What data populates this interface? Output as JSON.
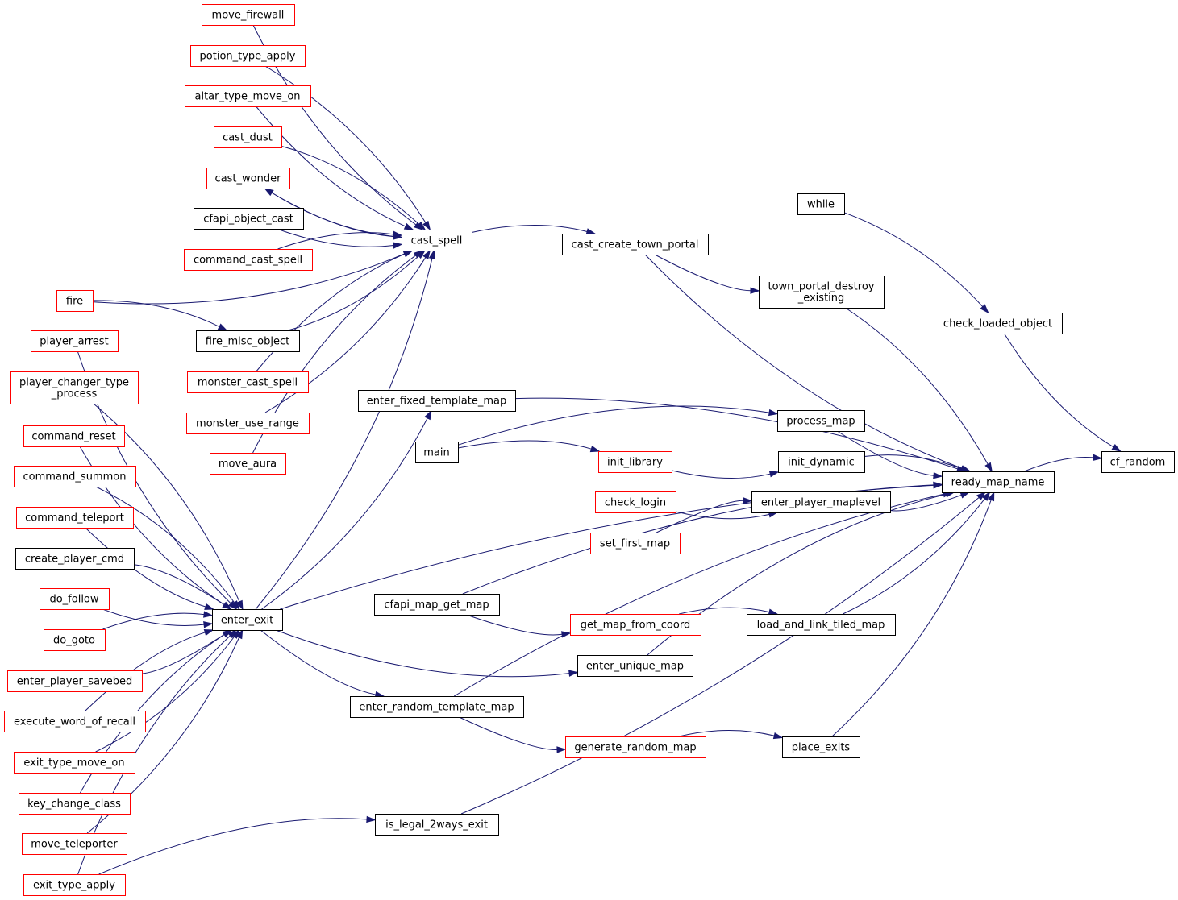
{
  "colors": {
    "edge": "#191970",
    "border_black": "#000000",
    "border_red": "#ff0000",
    "highlight_fill": "#bfbfbf"
  },
  "nodes": [
    {
      "id": "cf_random",
      "lines": [
        "cf_random"
      ],
      "border": "black",
      "highlight": true
    },
    {
      "id": "ready_map_name",
      "lines": [
        "ready_map_name"
      ],
      "border": "black"
    },
    {
      "id": "check_loaded_object",
      "lines": [
        "check_loaded_object"
      ],
      "border": "black"
    },
    {
      "id": "while",
      "lines": [
        "while"
      ],
      "border": "black"
    },
    {
      "id": "cast_create_town_portal",
      "lines": [
        "cast_create_town_portal"
      ],
      "border": "black"
    },
    {
      "id": "town_portal_destroy_existing",
      "lines": [
        "town_portal_destroy",
        "_existing"
      ],
      "border": "black"
    },
    {
      "id": "cast_spell",
      "lines": [
        "cast_spell"
      ],
      "border": "red"
    },
    {
      "id": "move_firewall",
      "lines": [
        "move_firewall"
      ],
      "border": "red"
    },
    {
      "id": "potion_type_apply",
      "lines": [
        "potion_type_apply"
      ],
      "border": "red"
    },
    {
      "id": "altar_type_move_on",
      "lines": [
        "altar_type_move_on"
      ],
      "border": "red"
    },
    {
      "id": "cast_dust",
      "lines": [
        "cast_dust"
      ],
      "border": "red"
    },
    {
      "id": "cast_wonder",
      "lines": [
        "cast_wonder"
      ],
      "border": "red"
    },
    {
      "id": "cfapi_object_cast",
      "lines": [
        "cfapi_object_cast"
      ],
      "border": "black"
    },
    {
      "id": "command_cast_spell",
      "lines": [
        "command_cast_spell"
      ],
      "border": "red"
    },
    {
      "id": "fire",
      "lines": [
        "fire"
      ],
      "border": "red"
    },
    {
      "id": "fire_misc_object",
      "lines": [
        "fire_misc_object"
      ],
      "border": "black"
    },
    {
      "id": "player_arrest",
      "lines": [
        "player_arrest"
      ],
      "border": "red"
    },
    {
      "id": "monster_cast_spell",
      "lines": [
        "monster_cast_spell"
      ],
      "border": "red"
    },
    {
      "id": "player_changer_type_process",
      "lines": [
        "player_changer_type",
        "_process"
      ],
      "border": "red"
    },
    {
      "id": "monster_use_range",
      "lines": [
        "monster_use_range"
      ],
      "border": "red"
    },
    {
      "id": "command_reset",
      "lines": [
        "command_reset"
      ],
      "border": "red"
    },
    {
      "id": "move_aura",
      "lines": [
        "move_aura"
      ],
      "border": "red"
    },
    {
      "id": "command_summon",
      "lines": [
        "command_summon"
      ],
      "border": "red"
    },
    {
      "id": "command_teleport",
      "lines": [
        "command_teleport"
      ],
      "border": "red"
    },
    {
      "id": "create_player_cmd",
      "lines": [
        "create_player_cmd"
      ],
      "border": "black"
    },
    {
      "id": "do_follow",
      "lines": [
        "do_follow"
      ],
      "border": "red"
    },
    {
      "id": "do_goto",
      "lines": [
        "do_goto"
      ],
      "border": "red"
    },
    {
      "id": "enter_player_savebed",
      "lines": [
        "enter_player_savebed"
      ],
      "border": "red"
    },
    {
      "id": "execute_word_of_recall",
      "lines": [
        "execute_word_of_recall"
      ],
      "border": "red"
    },
    {
      "id": "exit_type_move_on",
      "lines": [
        "exit_type_move_on"
      ],
      "border": "red"
    },
    {
      "id": "key_change_class",
      "lines": [
        "key_change_class"
      ],
      "border": "red"
    },
    {
      "id": "move_teleporter",
      "lines": [
        "move_teleporter"
      ],
      "border": "red"
    },
    {
      "id": "exit_type_apply",
      "lines": [
        "exit_type_apply"
      ],
      "border": "red"
    },
    {
      "id": "enter_exit",
      "lines": [
        "enter_exit"
      ],
      "border": "black"
    },
    {
      "id": "enter_fixed_template_map",
      "lines": [
        "enter_fixed_template_map"
      ],
      "border": "black"
    },
    {
      "id": "process_map",
      "lines": [
        "process_map"
      ],
      "border": "black"
    },
    {
      "id": "main",
      "lines": [
        "main"
      ],
      "border": "black"
    },
    {
      "id": "init_library",
      "lines": [
        "init_library"
      ],
      "border": "red"
    },
    {
      "id": "init_dynamic",
      "lines": [
        "init_dynamic"
      ],
      "border": "black"
    },
    {
      "id": "check_login",
      "lines": [
        "check_login"
      ],
      "border": "red"
    },
    {
      "id": "enter_player_maplevel",
      "lines": [
        "enter_player_maplevel"
      ],
      "border": "black"
    },
    {
      "id": "set_first_map",
      "lines": [
        "set_first_map"
      ],
      "border": "red"
    },
    {
      "id": "cfapi_map_get_map",
      "lines": [
        "cfapi_map_get_map"
      ],
      "border": "black"
    },
    {
      "id": "get_map_from_coord",
      "lines": [
        "get_map_from_coord"
      ],
      "border": "red"
    },
    {
      "id": "load_and_link_tiled_map",
      "lines": [
        "load_and_link_tiled_map"
      ],
      "border": "black"
    },
    {
      "id": "enter_unique_map",
      "lines": [
        "enter_unique_map"
      ],
      "border": "black"
    },
    {
      "id": "enter_random_template_map",
      "lines": [
        "enter_random_template_map"
      ],
      "border": "black"
    },
    {
      "id": "generate_random_map",
      "lines": [
        "generate_random_map"
      ],
      "border": "red"
    },
    {
      "id": "place_exits",
      "lines": [
        "place_exits"
      ],
      "border": "black"
    },
    {
      "id": "is_legal_2ways_exit",
      "lines": [
        "is_legal_2ways_exit"
      ],
      "border": "black"
    }
  ],
  "edges": [
    [
      "ready_map_name",
      "cf_random"
    ],
    [
      "check_loaded_object",
      "cf_random"
    ],
    [
      "while",
      "check_loaded_object"
    ],
    [
      "cast_create_town_portal",
      "ready_map_name"
    ],
    [
      "town_portal_destroy_existing",
      "ready_map_name"
    ],
    [
      "cast_create_town_portal",
      "town_portal_destroy_existing"
    ],
    [
      "cast_spell",
      "cast_create_town_portal"
    ],
    [
      "move_firewall",
      "cast_spell"
    ],
    [
      "potion_type_apply",
      "cast_spell"
    ],
    [
      "altar_type_move_on",
      "cast_spell"
    ],
    [
      "cast_dust",
      "cast_spell"
    ],
    [
      "cast_wonder",
      "cast_spell"
    ],
    [
      "cast_spell",
      "cast_wonder"
    ],
    [
      "cfapi_object_cast",
      "cast_spell"
    ],
    [
      "command_cast_spell",
      "cast_spell"
    ],
    [
      "fire",
      "cast_spell"
    ],
    [
      "fire",
      "fire_misc_object"
    ],
    [
      "fire_misc_object",
      "cast_spell"
    ],
    [
      "monster_cast_spell",
      "cast_spell"
    ],
    [
      "monster_use_range",
      "cast_spell"
    ],
    [
      "move_aura",
      "cast_spell"
    ],
    [
      "enter_exit",
      "cast_spell"
    ],
    [
      "enter_exit",
      "ready_map_name"
    ],
    [
      "player_arrest",
      "enter_exit"
    ],
    [
      "player_changer_type_process",
      "enter_exit"
    ],
    [
      "command_reset",
      "enter_exit"
    ],
    [
      "command_summon",
      "enter_exit"
    ],
    [
      "command_teleport",
      "enter_exit"
    ],
    [
      "create_player_cmd",
      "enter_exit"
    ],
    [
      "do_follow",
      "enter_exit"
    ],
    [
      "do_goto",
      "enter_exit"
    ],
    [
      "enter_player_savebed",
      "enter_exit"
    ],
    [
      "execute_word_of_recall",
      "enter_exit"
    ],
    [
      "exit_type_move_on",
      "enter_exit"
    ],
    [
      "key_change_class",
      "enter_exit"
    ],
    [
      "move_teleporter",
      "enter_exit"
    ],
    [
      "exit_type_apply",
      "enter_exit"
    ],
    [
      "enter_exit",
      "enter_fixed_template_map"
    ],
    [
      "enter_fixed_template_map",
      "ready_map_name"
    ],
    [
      "enter_exit",
      "enter_unique_map"
    ],
    [
      "enter_unique_map",
      "ready_map_name"
    ],
    [
      "enter_exit",
      "enter_random_template_map"
    ],
    [
      "enter_random_template_map",
      "ready_map_name"
    ],
    [
      "enter_random_template_map",
      "generate_random_map"
    ],
    [
      "generate_random_map",
      "place_exits"
    ],
    [
      "place_exits",
      "ready_map_name"
    ],
    [
      "exit_type_apply",
      "is_legal_2ways_exit"
    ],
    [
      "is_legal_2ways_exit",
      "ready_map_name"
    ],
    [
      "main",
      "process_map"
    ],
    [
      "process_map",
      "ready_map_name"
    ],
    [
      "main",
      "init_library"
    ],
    [
      "init_library",
      "init_dynamic"
    ],
    [
      "init_dynamic",
      "ready_map_name"
    ],
    [
      "check_login",
      "enter_player_maplevel"
    ],
    [
      "set_first_map",
      "enter_player_maplevel"
    ],
    [
      "enter_player_maplevel",
      "ready_map_name"
    ],
    [
      "cfapi_map_get_map",
      "ready_map_name"
    ],
    [
      "cfapi_map_get_map",
      "get_map_from_coord"
    ],
    [
      "get_map_from_coord",
      "load_and_link_tiled_map"
    ],
    [
      "load_and_link_tiled_map",
      "ready_map_name"
    ]
  ]
}
